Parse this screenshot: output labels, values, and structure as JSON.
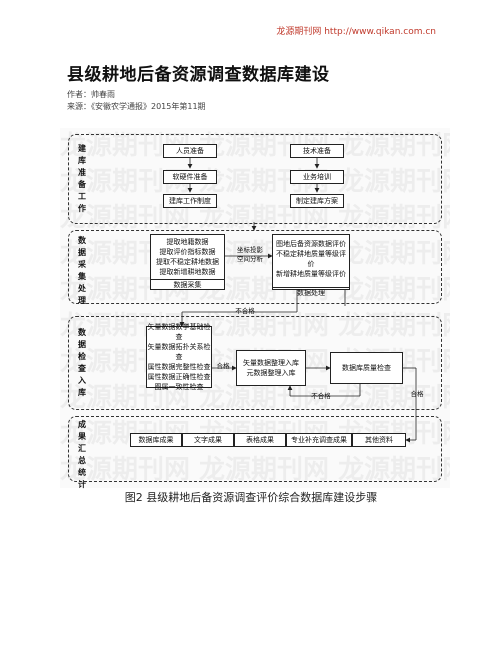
{
  "header": {
    "site": "龙源期刊网 http://www.qikan.com.cn"
  },
  "article": {
    "title": "县级耕地后备资源调查数据库建设",
    "author": "作者：帅春雨",
    "source": "来源：《安徽农学通报》2015年第11期"
  },
  "figure": {
    "caption": "图2    县级耕地后备资源调查评价综合数据库建设步骤",
    "sections": {
      "prep": {
        "label": "建库准备工作",
        "left": [
          "人员准备",
          "软硬件准备",
          "建库工作制度"
        ],
        "right": [
          "技术准备",
          "业务培训",
          "制定建库方案"
        ]
      },
      "collect": {
        "label": "数据采集处理",
        "acq_lines": [
          "提取地籍数据",
          "提取评价指标数据",
          "提取不稳定耕地数据",
          "提取新增耕地数据"
        ],
        "acq_title": "数据采集",
        "mid_lines": [
          "坐标投影",
          "空间分析"
        ],
        "proc_lines": [
          "图地后备资源数据评价",
          "不稳定耕地质量等级评价",
          "新增耕地质量等级评价"
        ],
        "proc_title": "数据处理",
        "reject": "不合格"
      },
      "check": {
        "label": "数据检查入库",
        "check_lines": [
          "矢量数据数学基础检查",
          "矢量数据拓扑关系检查",
          "属性数据完整性检查",
          "属性数据正确性检查",
          "图属一致性检查"
        ],
        "pass": "合格",
        "store_lines": [
          "矢量数据整理入库",
          "元数据整理入库"
        ],
        "quality": "数据库质量检查",
        "reject": "不合格",
        "pass2": "合格"
      },
      "result": {
        "label": "成果汇总统计",
        "items": [
          "数据库成果",
          "文字成果",
          "表格成果",
          "专业补充调查成果",
          "其他资料"
        ]
      }
    }
  }
}
